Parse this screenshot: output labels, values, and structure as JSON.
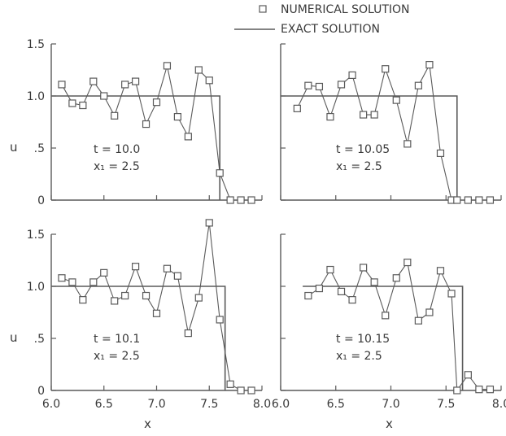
{
  "chart_data": {
    "type": "line",
    "ylabel": "u",
    "xlabel": "x",
    "legend": {
      "placement": "top-center",
      "numerical_label": "NUMERICAL SOLUTION",
      "exact_label": "EXACT SOLUTION"
    },
    "style": {
      "line_color": "#5a5a5a",
      "marker_color": "#5a5a5a",
      "background": "#ffffff"
    },
    "xlim": [
      6.0,
      8.0
    ],
    "ylim": [
      0,
      1.5
    ],
    "x_ticks": [
      "6.0",
      "6.5",
      "7.0",
      "7.5",
      "8.0"
    ],
    "y_ticks": [
      "0",
      ".5",
      "1.0",
      "1.5"
    ],
    "panels": [
      {
        "t_label": "t = 10.0",
        "x1_label": "x₁ = 2.5",
        "shock_x": 7.6,
        "exact_start": 6.0,
        "numerical": {
          "x": [
            6.1,
            6.2,
            6.3,
            6.4,
            6.5,
            6.6,
            6.7,
            6.8,
            6.9,
            7.0,
            7.1,
            7.2,
            7.3,
            7.4,
            7.5,
            7.6,
            7.7,
            7.8,
            7.9
          ],
          "y": [
            1.11,
            0.93,
            0.91,
            1.14,
            1.0,
            0.81,
            1.11,
            1.14,
            0.73,
            0.94,
            1.29,
            0.8,
            0.61,
            1.25,
            1.15,
            0.26,
            0.0,
            0.0,
            0.0
          ]
        }
      },
      {
        "t_label": "t = 10.05",
        "x1_label": "x₁ = 2.5",
        "shock_x": 7.6,
        "exact_start": 6.0,
        "numerical": {
          "x": [
            6.15,
            6.25,
            6.35,
            6.45,
            6.55,
            6.65,
            6.75,
            6.85,
            6.95,
            7.05,
            7.15,
            7.25,
            7.35,
            7.45,
            7.55,
            7.6,
            7.7,
            7.8,
            7.9
          ],
          "y": [
            0.88,
            1.1,
            1.09,
            0.8,
            1.11,
            1.2,
            0.82,
            0.82,
            1.26,
            0.96,
            0.54,
            1.1,
            1.3,
            0.45,
            0.0,
            0.0,
            0.0,
            0.0,
            0.0
          ]
        }
      },
      {
        "t_label": "t = 10.1",
        "x1_label": "x₁ = 2.5",
        "shock_x": 7.65,
        "exact_start": 6.0,
        "numerical": {
          "x": [
            6.1,
            6.2,
            6.3,
            6.4,
            6.5,
            6.6,
            6.7,
            6.8,
            6.9,
            7.0,
            7.1,
            7.2,
            7.3,
            7.4,
            7.5,
            7.6,
            7.7,
            7.8,
            7.9
          ],
          "y": [
            1.08,
            1.04,
            0.87,
            1.04,
            1.13,
            0.86,
            0.91,
            1.19,
            0.91,
            0.74,
            1.17,
            1.1,
            0.55,
            0.89,
            1.61,
            0.68,
            0.06,
            0.0,
            0.0
          ]
        }
      },
      {
        "t_label": "t = 10.15",
        "x1_label": "x₁ = 2.5",
        "shock_x": 7.65,
        "exact_start": 6.2,
        "numerical": {
          "x": [
            6.25,
            6.35,
            6.45,
            6.55,
            6.65,
            6.75,
            6.85,
            6.95,
            7.05,
            7.15,
            7.25,
            7.35,
            7.45,
            7.55,
            7.6,
            7.7,
            7.8,
            7.9
          ],
          "y": [
            0.91,
            0.98,
            1.16,
            0.95,
            0.87,
            1.18,
            1.04,
            0.72,
            1.08,
            1.23,
            0.67,
            0.75,
            1.15,
            0.93,
            0.0,
            0.15,
            0.01,
            0.01
          ]
        }
      }
    ]
  }
}
